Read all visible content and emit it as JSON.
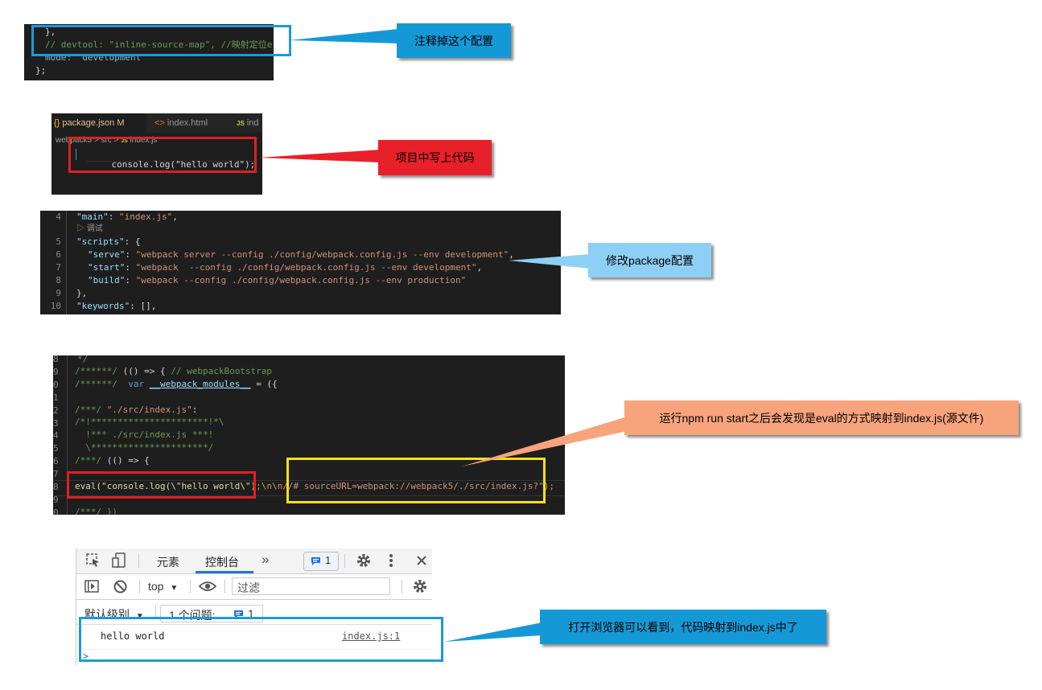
{
  "colors": {
    "callout_blue": "#1599d6",
    "callout_red": "#e8202a",
    "callout_lightblue": "#8ecff5",
    "callout_salmon": "#f7a47c",
    "frame_blue": "#1a9bd8",
    "frame_red": "#e02020",
    "frame_yellow": "#f7e01c",
    "code_bg": "#1e1e1e"
  },
  "panel1": {
    "lines": [
      "},",
      "// devtool: \"inline-source-map\", //映射定位er",
      "mode: \"development\"",
      "};"
    ],
    "callout": "注释掉这个配置"
  },
  "panel2": {
    "tabs": [
      {
        "icon": "{}",
        "label": "package.json",
        "badge": "M"
      },
      {
        "icon": "<>",
        "label": "index.html"
      },
      {
        "icon": "JS",
        "label": "ind"
      }
    ],
    "breadcrumb": {
      "root": "webpack5",
      "sep1": ">",
      "dir": "src",
      "sep2": ">",
      "js_icon": "JS",
      "file": "index.js"
    },
    "code_line": "console.log(\"hello world\");",
    "callout": "项目中写上代码"
  },
  "panel3": {
    "codelens": "▷ 调试",
    "lines": [
      {
        "num": "4",
        "key": "\"main\"",
        "val": "\"index.js\"",
        "tail": ","
      },
      {
        "num": "5",
        "key": "\"scripts\"",
        "val": "",
        "tail": ": {"
      },
      {
        "num": "6",
        "key": "\"serve\"",
        "val": "\"webpack server --config ./config/webpack.config.js --env development\"",
        "tail": ","
      },
      {
        "num": "7",
        "key": "\"start\"",
        "val": "\"webpack  --config ./config/webpack.config.js --env development\"",
        "tail": ","
      },
      {
        "num": "8",
        "key": "\"build\"",
        "val": "\"webpack --config ./config/webpack.config.js --env production\"",
        "tail": ""
      },
      {
        "num": "9",
        "key": "",
        "val": "",
        "tail": "},"
      },
      {
        "num": "10",
        "key": "\"keywords\"",
        "val": "",
        "tail": ": [],"
      }
    ],
    "callout": "修改package配置"
  },
  "panel4": {
    "nums": [
      "8",
      "9",
      "0",
      "1",
      "2",
      "3",
      "4",
      "5",
      "6",
      "7",
      "8",
      "9",
      "0"
    ],
    "l1": "*/",
    "l2a": "/******/ ",
    "l2b": "(() => { ",
    "l2c": "// webpackBootstrap",
    "l3a": "/******/  ",
    "l3b": "var ",
    "l3c": "__webpack_modules__",
    "l3d": " = ({",
    "l5a": "/***/ ",
    "l5b": "\"./src/index.js\"",
    "l5c": ":",
    "l6": "/*!**********************!*\\",
    "l7": "  !*** ./src/index.js ***!",
    "l8": "  \\**********************/",
    "l9a": "/***/ ",
    "l9b": "(() => {",
    "eval_a": "eval(\"console.log(\\\"hello world\\\")",
    "eval_b": ";\\n\\n//",
    "eval_c": "# sourceURL=webpack://webpack5/./src/index.js?\");",
    "l13": "/***/ })",
    "callout": "运行npm run start之后会发现是eval的方式映射到index.js(源文件)"
  },
  "panel5": {
    "tab_elements": "元素",
    "tab_console": "控制台",
    "more": "»",
    "issues_badge": "1",
    "context": "top",
    "filter_placeholder": "过滤",
    "levels": "默认级别",
    "issues_text": "1 个问题:",
    "issues_count": "1",
    "log_text": "hello world",
    "log_source": "index.js:1",
    "prompt": ">",
    "callout": "打开浏览器可以看到，代码映射到index.js中了"
  }
}
